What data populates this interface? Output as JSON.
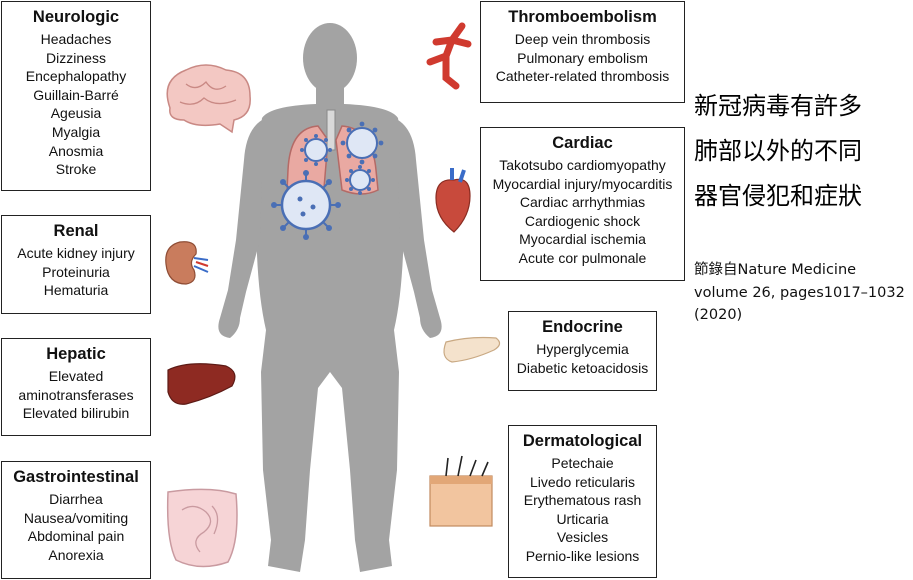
{
  "panels": {
    "neurologic": {
      "title": "Neurologic",
      "items": [
        "Headaches",
        "Dizziness",
        "Encephalopathy",
        "Guillain-Barré",
        "Ageusia",
        "Myalgia",
        "Anosmia",
        "Stroke"
      ]
    },
    "renal": {
      "title": "Renal",
      "items": [
        "Acute kidney injury",
        "Proteinuria",
        "Hematuria"
      ]
    },
    "hepatic": {
      "title": "Hepatic",
      "items": [
        "Elevated",
        "aminotransferases",
        "Elevated bilirubin"
      ]
    },
    "gastrointestinal": {
      "title": "Gastrointestinal",
      "items": [
        "Diarrhea",
        "Nausea/vomiting",
        "Abdominal pain",
        "Anorexia"
      ]
    },
    "thromboembolism": {
      "title": "Thromboembolism",
      "items": [
        "Deep vein thrombosis",
        "Pulmonary embolism",
        "Catheter-related thrombosis"
      ]
    },
    "cardiac": {
      "title": "Cardiac",
      "items": [
        "Takotsubo cardiomyopathy",
        "Myocardial injury/myocarditis",
        "Cardiac arrhythmias",
        "Cardiogenic shock",
        "Myocardial ischemia",
        "Acute cor pulmonale"
      ]
    },
    "endocrine": {
      "title": "Endocrine",
      "items": [
        "Hyperglycemia",
        "Diabetic ketoacidosis"
      ]
    },
    "dermatological": {
      "title": "Dermatological",
      "items": [
        "Petechaie",
        "Livedo reticularis",
        "Erythematous rash",
        "Urticaria",
        "Vesicles",
        "Pernio-like lesions"
      ]
    }
  },
  "heading_lines": [
    "新冠病毒有許多",
    "肺部以外的不同",
    "器官侵犯和症狀"
  ],
  "source_lines": [
    "節錄自Nature Medicine",
    "volume 26, pages1017–1032",
    "(2020)"
  ],
  "colors": {
    "body": "#a3a3a3",
    "lung": "#e9a9a2",
    "virus": "#4a6fb5",
    "box_border": "#222222"
  }
}
